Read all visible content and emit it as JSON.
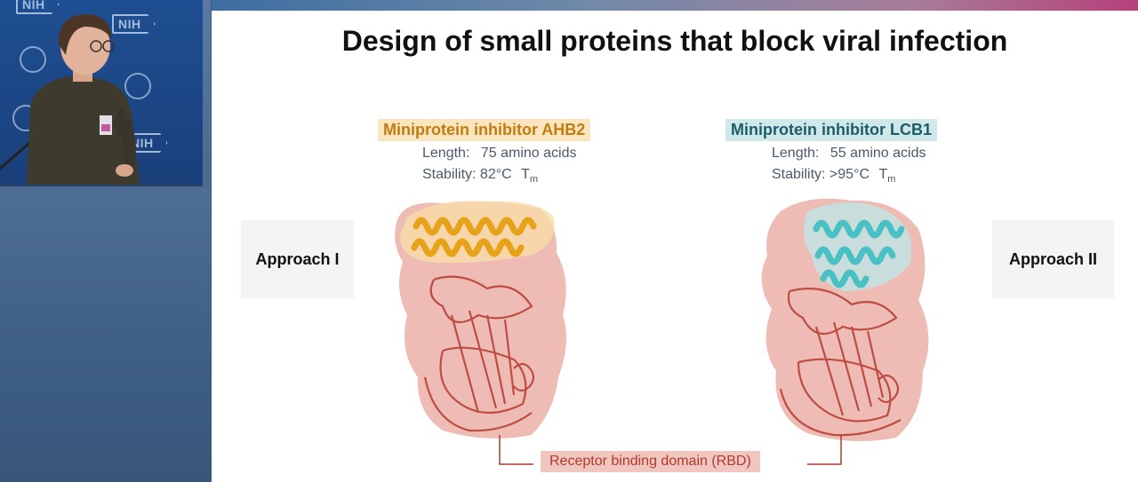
{
  "left_panel": {
    "logos": {
      "nih_text": "NIH"
    }
  },
  "slide": {
    "title": "Design of small proteins that block viral infection",
    "left_protein": {
      "name": "Miniprotein inhibitor AHB2",
      "length_key": "Length:",
      "length_value": "75 amino acids",
      "stability_key": "Stability:",
      "stability_value": "82°C",
      "tm": "T",
      "tm_sub": "m"
    },
    "right_protein": {
      "name": "Miniprotein inhibitor LCB1",
      "length_key": "Length:",
      "length_value": "55 amino acids",
      "stability_key": "Stability:",
      "stability_value": ">95°C",
      "tm": "T",
      "tm_sub": "m"
    },
    "approach_left": "Approach I",
    "approach_right": "Approach II",
    "rbd_label": "Receptor binding domain (RBD)"
  },
  "colors": {
    "ahb2_text": "#c07d14",
    "ahb2_bg": "#fbe5bf",
    "lcb1_text": "#1e5d67",
    "lcb1_bg": "#cfe9ea",
    "rbd_text": "#b03a2e",
    "rbd_surface": "#e9a49b",
    "rbd_ribbon": "#b53a2f",
    "ahb2_helix": "#e8a21a",
    "lcb1_helix": "#49c0c4"
  }
}
